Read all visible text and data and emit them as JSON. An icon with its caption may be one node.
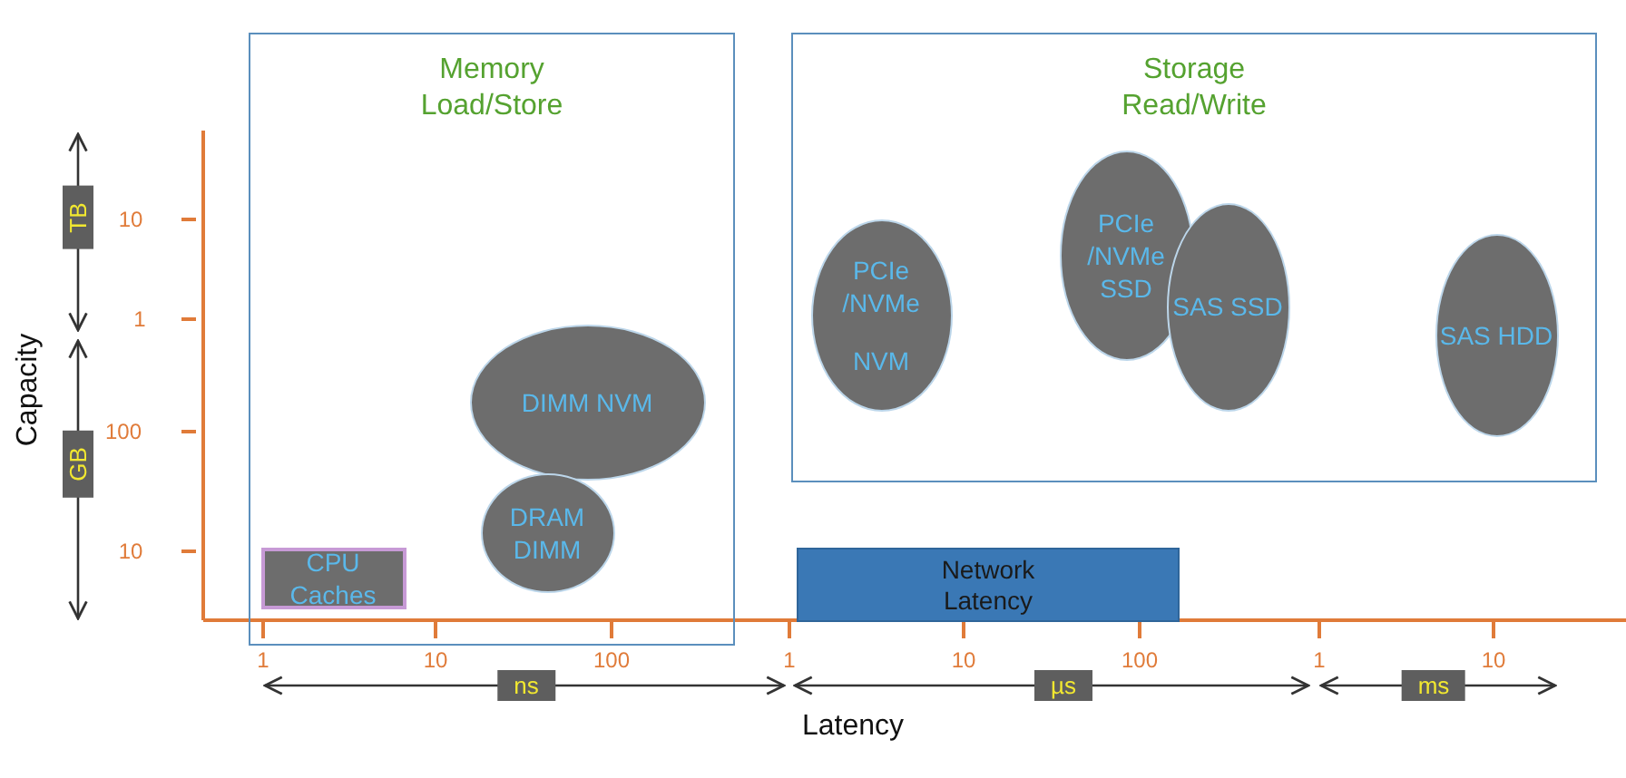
{
  "diagram": {
    "nodes": [
      {
        "text": [
          "Memory Load/Store"
        ]
      },
      {
        "text": [
          "CPU Caches"
        ],
        "in": 0
      },
      {
        "text": [
          "DIMM NVM"
        ],
        "in": 0
      },
      {
        "text": [
          "DRAM DIMM"
        ],
        "in": 0
      },
      {
        "text": [
          "Storage Read/Write"
        ]
      },
      {
        "text": [
          "PCIe /NVMe",
          "NVM"
        ],
        "in": 4
      },
      {
        "text": [
          "PCIe /NVMe SSD"
        ],
        "in": 4
      },
      {
        "text": [
          "SAS SSD"
        ],
        "in": 4
      },
      {
        "text": [
          "SAS HDD"
        ],
        "in": 4
      },
      {
        "text": [
          "Network Latency"
        ]
      }
    ],
    "edges": [],
    "labels": [
      "TB",
      "10",
      "1",
      "Capacity",
      "GB",
      "100",
      "10",
      "1",
      "10",
      "100",
      "1",
      "10",
      "100",
      "1",
      "10",
      "ns",
      "µs",
      "ms",
      "Latency"
    ]
  }
}
